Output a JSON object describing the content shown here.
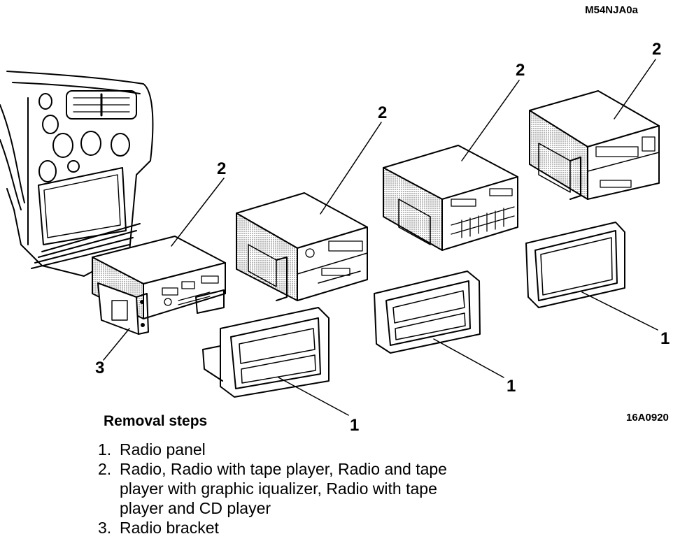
{
  "figure": {
    "header_code": "M54NJA0a",
    "figure_code": "16A0920",
    "callouts": {
      "panel": "1",
      "radio": "2",
      "bracket": "3"
    }
  },
  "removal": {
    "title": "Removal steps",
    "steps": [
      {
        "num": "1.",
        "text": "Radio panel"
      },
      {
        "num": "2.",
        "text": "Radio, Radio with tape player, Radio and tape player with graphic iqualizer, Radio with tape player and CD player"
      },
      {
        "num": "3.",
        "text": "Radio bracket"
      }
    ]
  },
  "colors": {
    "ink": "#000000",
    "paper": "#ffffff",
    "stipple": "#9a9a9a"
  }
}
